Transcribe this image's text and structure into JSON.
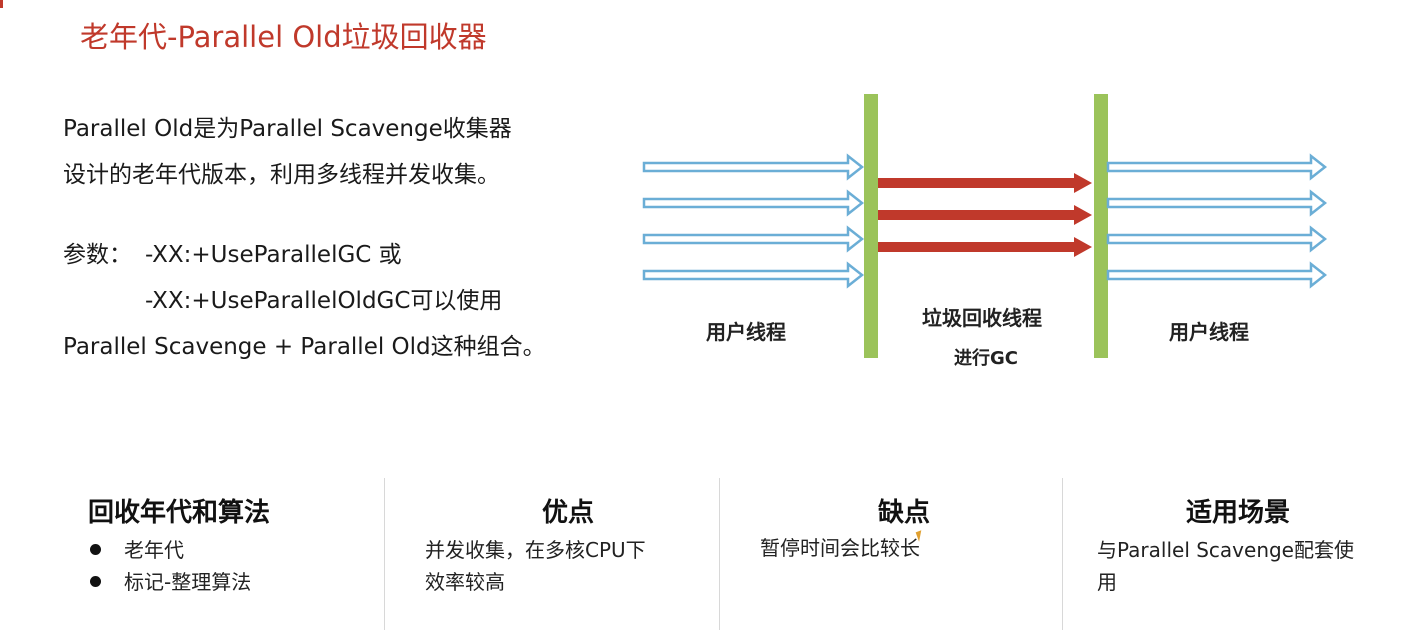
{
  "title": "老年代-Parallel Old垃圾回收器",
  "description": {
    "line1": "Parallel Old是为Parallel Scavenge收集器",
    "line2": "设计的老年代版本，利用多线程并发收集。",
    "param_label": "参数：",
    "param_value1": "-XX:+UseParallelGC  或",
    "param_value2": "-XX:+UseParallelOldGC可以使用",
    "line_last": "Parallel Scavenge + Parallel Old这种组合。"
  },
  "diagram": {
    "left_label": "用户线程",
    "middle_label": "垃圾回收线程",
    "middle_sublabel": "进行GC",
    "right_label": "用户线程",
    "user_thread_count": 4,
    "gc_thread_count": 3,
    "colors": {
      "user_arrow": "#6baed6",
      "gc_arrow": "#c0392b",
      "barrier": "#9bc35a"
    }
  },
  "columns": [
    {
      "heading": "回收年代和算法",
      "items": [
        "老年代",
        "标记-整理算法"
      ]
    },
    {
      "heading": "优点",
      "text": [
        "并发收集，在多核CPU下",
        "效率较高"
      ]
    },
    {
      "heading": "缺点",
      "text": [
        "暂停时间会比较长"
      ]
    },
    {
      "heading": "适用场景",
      "text": [
        "与Parallel Scavenge配套使",
        "用"
      ]
    }
  ]
}
